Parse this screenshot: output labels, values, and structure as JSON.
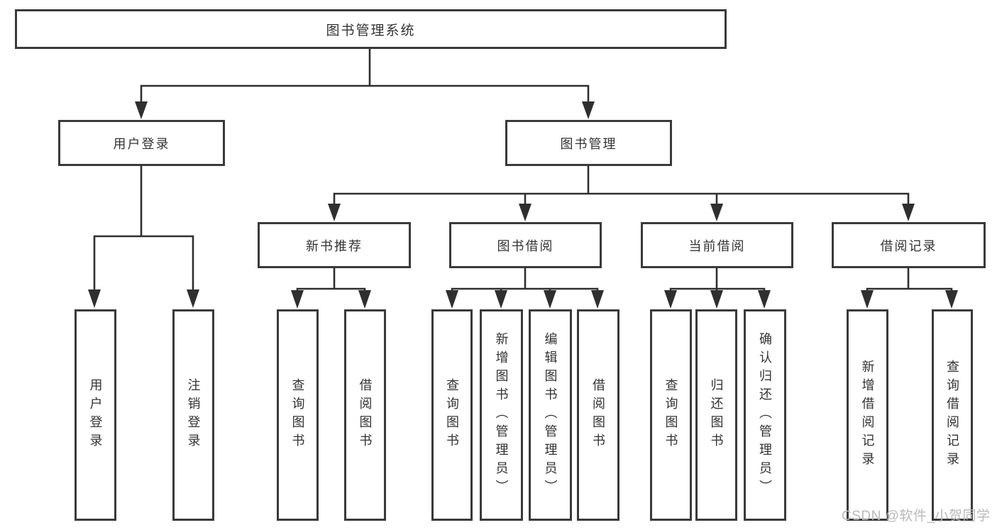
{
  "tree": {
    "root": {
      "label": "图书管理系统"
    },
    "branches": [
      {
        "label": "用户登录",
        "children": [
          {
            "label": "用户登录"
          },
          {
            "label": "注销登录"
          }
        ]
      },
      {
        "label": "图书管理",
        "children": [
          {
            "label": "新书推荐",
            "children": [
              {
                "label": "查询图书"
              },
              {
                "label": "借阅图书"
              }
            ]
          },
          {
            "label": "图书借阅",
            "children": [
              {
                "label": "查询图书"
              },
              {
                "label": "新增图书（管理员）"
              },
              {
                "label": "编辑图书（管理员）"
              },
              {
                "label": "借阅图书"
              }
            ]
          },
          {
            "label": "当前借阅",
            "children": [
              {
                "label": "查询图书"
              },
              {
                "label": "归还图书"
              },
              {
                "label": "确认归还（管理员）"
              }
            ]
          },
          {
            "label": "借阅记录",
            "children": [
              {
                "label": "新增借阅记录"
              },
              {
                "label": "查询借阅记录"
              }
            ]
          }
        ]
      }
    ]
  },
  "watermark": {
    "text": "CSDN @软件_小贺同学"
  },
  "colors": {
    "line": "#2f2f2f",
    "border": "#3a3a3a",
    "text": "#333333",
    "watermark": "#b9b9b9",
    "background": "#ffffff"
  }
}
